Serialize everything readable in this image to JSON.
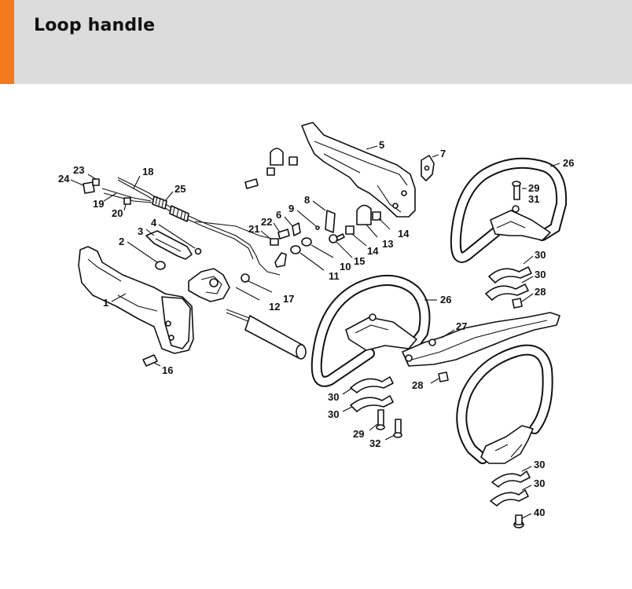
{
  "page": {
    "title": "Loop handle",
    "accent_color": "#f37a1f",
    "header_color": "#dcdcdc"
  },
  "diagram": {
    "callouts": [
      {
        "id": "c5",
        "text": "5"
      },
      {
        "id": "c7",
        "text": "7"
      },
      {
        "id": "c26a",
        "text": "26"
      },
      {
        "id": "c29a",
        "text": "29"
      },
      {
        "id": "c31",
        "text": "31"
      },
      {
        "id": "c18",
        "text": "18"
      },
      {
        "id": "c23",
        "text": "23"
      },
      {
        "id": "c24",
        "text": "24"
      },
      {
        "id": "c25",
        "text": "25"
      },
      {
        "id": "c19",
        "text": "19"
      },
      {
        "id": "c20",
        "text": "20"
      },
      {
        "id": "c8",
        "text": "8"
      },
      {
        "id": "c9",
        "text": "9"
      },
      {
        "id": "c6",
        "text": "6"
      },
      {
        "id": "c22",
        "text": "22"
      },
      {
        "id": "c21",
        "text": "21"
      },
      {
        "id": "c14a",
        "text": "14"
      },
      {
        "id": "c13",
        "text": "13"
      },
      {
        "id": "c14b",
        "text": "14"
      },
      {
        "id": "c15",
        "text": "15"
      },
      {
        "id": "c10",
        "text": "10"
      },
      {
        "id": "c11",
        "text": "11"
      },
      {
        "id": "c4",
        "text": "4"
      },
      {
        "id": "c3",
        "text": "3"
      },
      {
        "id": "c2",
        "text": "2"
      },
      {
        "id": "c1",
        "text": "1"
      },
      {
        "id": "c12",
        "text": "12"
      },
      {
        "id": "c17",
        "text": "17"
      },
      {
        "id": "c16",
        "text": "16"
      },
      {
        "id": "c30a",
        "text": "30"
      },
      {
        "id": "c30b",
        "text": "30"
      },
      {
        "id": "c28a",
        "text": "28"
      },
      {
        "id": "c26b",
        "text": "26"
      },
      {
        "id": "c27",
        "text": "27"
      },
      {
        "id": "c28b",
        "text": "28"
      },
      {
        "id": "c30c",
        "text": "30"
      },
      {
        "id": "c30d",
        "text": "30"
      },
      {
        "id": "c29b",
        "text": "29"
      },
      {
        "id": "c32",
        "text": "32"
      },
      {
        "id": "c30e",
        "text": "30"
      },
      {
        "id": "c30f",
        "text": "30"
      },
      {
        "id": "c40",
        "text": "40"
      }
    ]
  }
}
